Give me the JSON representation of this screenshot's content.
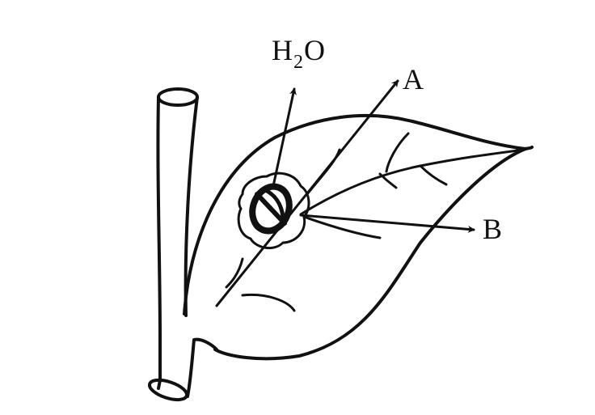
{
  "labels": {
    "h2o": {
      "main": "H",
      "sub": "2",
      "tail": "O"
    },
    "a": "A",
    "b": "B"
  },
  "colors": {
    "ink": "#111111",
    "background": "#ffffff"
  }
}
